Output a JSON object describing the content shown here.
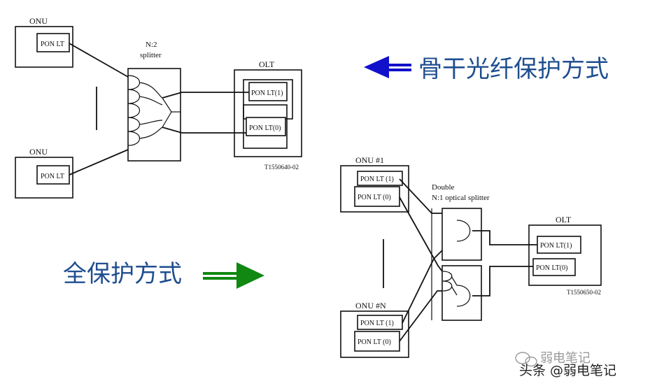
{
  "top_diagram": {
    "onu_top_label": "ONU",
    "onu_top_card": "PON LT",
    "onu_bottom_label": "ONU",
    "onu_bottom_card": "PON LT",
    "splitter_ratio": "N:2",
    "splitter_word": "splitter",
    "olt_label": "OLT",
    "olt_card_1": "PON LT(1)",
    "olt_card_0": "PON LT(0)",
    "figure_code": "T1550640-02"
  },
  "bottom_diagram": {
    "onu1_label": "ONU #1",
    "onu1_card_1": "PON LT (1)",
    "onu1_card_0": "PON LT (0)",
    "onun_label": "ONU #N",
    "onun_card_1": "PON LT (1)",
    "onun_card_0": "PON LT (0)",
    "splitter_line1": "Double",
    "splitter_line2": "N:1 optical splitter",
    "olt_label": "OLT",
    "olt_card_1": "PON LT(1)",
    "olt_card_0": "PON LT(0)",
    "figure_code": "T1550650-02"
  },
  "captions": {
    "backbone_protection": "骨干光纤保护方式",
    "full_protection": "全保护方式"
  },
  "watermark": {
    "logo_text": "弱电笔记",
    "source_text": "头条 @弱电笔记"
  },
  "colors": {
    "left_arrow": "#1111cc",
    "right_arrow": "#118811",
    "caption_text": "#1f4e8f"
  }
}
